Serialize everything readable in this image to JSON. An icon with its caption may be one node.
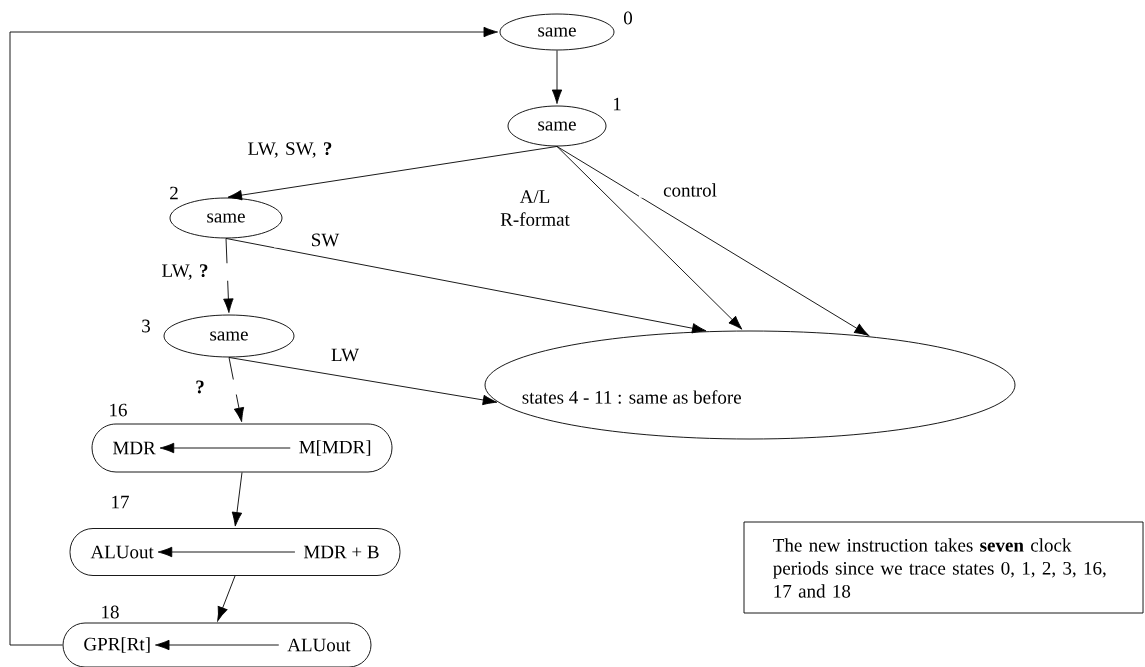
{
  "diagram": {
    "nodes": [
      {
        "text": [
          "same"
        ],
        "beside": [
          "0"
        ]
      },
      {
        "text": [
          "same"
        ],
        "beside": [
          "1"
        ]
      },
      {
        "text": [
          "same"
        ],
        "beside": [
          "2"
        ]
      },
      {
        "text": [
          "same"
        ],
        "beside": [
          "3"
        ]
      },
      {
        "text": [
          "states 4 - 11 : same as before"
        ]
      },
      {
        "text": [
          "MDR",
          "M[MDR]"
        ],
        "beside": [
          "16"
        ]
      },
      {
        "text": [
          "ALUout",
          "MDR + B"
        ],
        "beside": [
          "17"
        ]
      },
      {
        "text": [
          "GPR[Rt]",
          "ALUout"
        ],
        "beside": [
          "18"
        ]
      },
      {
        "text": [
          "The new instruction takes **seven** clock periods since we trace states 0, 1, 2, 3, 16, 17 and 18"
        ]
      }
    ],
    "edges": [
      {
        "from": 0,
        "to": 1,
        "arrow": "to"
      },
      {
        "from": 1,
        "to": 2,
        "arrow": "to",
        "label": "LW, SW, **?**"
      },
      {
        "from": 1,
        "to": 4,
        "arrow": "to",
        "label": "A/L R-format"
      },
      {
        "from": 1,
        "to": 4,
        "arrow": "to",
        "label": "control"
      },
      {
        "from": 2,
        "to": 3,
        "arrow": "to",
        "label": "LW, **?**"
      },
      {
        "from": 2,
        "to": 4,
        "arrow": "to",
        "label": "SW"
      },
      {
        "from": 3,
        "to": 4,
        "arrow": "to",
        "label": "LW"
      },
      {
        "from": 3,
        "to": 5,
        "arrow": "to",
        "label": "**?**"
      },
      {
        "from": 5,
        "to": 6,
        "arrow": "to"
      },
      {
        "from": 6,
        "to": 7,
        "arrow": "to"
      },
      {
        "from": 7,
        "to": 0,
        "arrow": "to"
      }
    ]
  }
}
